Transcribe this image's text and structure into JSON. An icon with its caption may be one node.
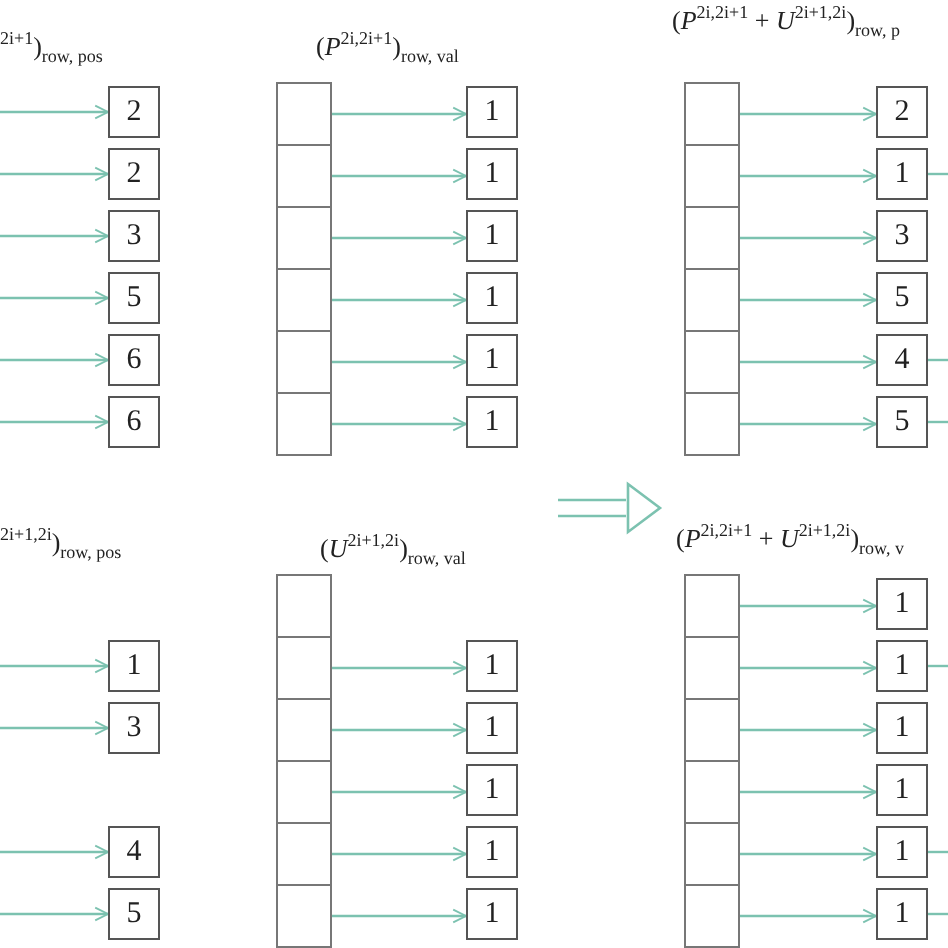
{
  "diagram": {
    "nodes": [
      {
        "text": [
          "2"
        ]
      },
      {
        "text": [
          "2"
        ]
      },
      {
        "text": [
          "3"
        ]
      },
      {
        "text": [
          "5"
        ]
      },
      {
        "text": [
          "6"
        ]
      },
      {
        "text": [
          "6"
        ]
      },
      {
        "text": [],
        "shape": "box"
      },
      {
        "text": [],
        "shape": "box"
      },
      {
        "text": [],
        "shape": "box"
      },
      {
        "text": [],
        "shape": "box"
      },
      {
        "text": [],
        "shape": "box"
      },
      {
        "text": [],
        "shape": "box"
      },
      {
        "text": [
          "1"
        ]
      },
      {
        "text": [
          "1"
        ]
      },
      {
        "text": [
          "1"
        ]
      },
      {
        "text": [
          "1"
        ]
      },
      {
        "text": [
          "1"
        ]
      },
      {
        "text": [
          "1"
        ]
      },
      {
        "text": [],
        "shape": "box"
      },
      {
        "text": [],
        "shape": "box"
      },
      {
        "text": [],
        "shape": "box"
      },
      {
        "text": [],
        "shape": "box"
      },
      {
        "text": [],
        "shape": "box"
      },
      {
        "text": [],
        "shape": "box"
      },
      {
        "text": [
          "2"
        ]
      },
      {
        "text": [
          "1"
        ]
      },
      {
        "text": [
          "3"
        ]
      },
      {
        "text": [
          "5"
        ]
      },
      {
        "text": [
          "4"
        ]
      },
      {
        "text": [
          "5"
        ]
      },
      {
        "text": [
          "1"
        ]
      },
      {
        "text": [
          "3"
        ]
      },
      {
        "text": [
          "4"
        ]
      },
      {
        "text": [
          "5"
        ]
      },
      {
        "text": [],
        "shape": "box"
      },
      {
        "text": [],
        "shape": "box"
      },
      {
        "text": [],
        "shape": "box"
      },
      {
        "text": [],
        "shape": "box"
      },
      {
        "text": [],
        "shape": "box"
      },
      {
        "text": [],
        "shape": "box"
      },
      {
        "text": [
          "1"
        ]
      },
      {
        "text": [
          "1"
        ]
      },
      {
        "text": [
          "1"
        ]
      },
      {
        "text": [
          "1"
        ]
      },
      {
        "text": [
          "1"
        ]
      },
      {
        "text": [],
        "shape": "box"
      },
      {
        "text": [],
        "shape": "box"
      },
      {
        "text": [],
        "shape": "box"
      },
      {
        "text": [],
        "shape": "box"
      },
      {
        "text": [],
        "shape": "box"
      },
      {
        "text": [],
        "shape": "box"
      },
      {
        "text": [
          "1"
        ]
      },
      {
        "text": [
          "1"
        ]
      },
      {
        "text": [
          "1"
        ]
      },
      {
        "text": [
          "1"
        ]
      },
      {
        "text": [
          "1"
        ]
      },
      {
        "text": [
          "1"
        ]
      }
    ],
    "edges": [
      {
        "from": null,
        "to": 0,
        "arrow": "to"
      },
      {
        "from": null,
        "to": 1,
        "arrow": "to"
      },
      {
        "from": null,
        "to": 2,
        "arrow": "to"
      },
      {
        "from": null,
        "to": 3,
        "arrow": "to"
      },
      {
        "from": null,
        "to": 4,
        "arrow": "to"
      },
      {
        "from": null,
        "to": 5,
        "arrow": "to"
      },
      {
        "from": 6,
        "to": 12,
        "arrow": "to"
      },
      {
        "from": 7,
        "to": 13,
        "arrow": "to"
      },
      {
        "from": 8,
        "to": 14,
        "arrow": "to"
      },
      {
        "from": 9,
        "to": 15,
        "arrow": "to"
      },
      {
        "from": 10,
        "to": 16,
        "arrow": "to"
      },
      {
        "from": 11,
        "to": 17,
        "arrow": "to"
      },
      {
        "from": 18,
        "to": 24,
        "arrow": "to"
      },
      {
        "from": 19,
        "to": 25,
        "arrow": "to"
      },
      {
        "from": 20,
        "to": 26,
        "arrow": "to"
      },
      {
        "from": 21,
        "to": 27,
        "arrow": "to"
      },
      {
        "from": 22,
        "to": 28,
        "arrow": "to"
      },
      {
        "from": 23,
        "to": 29,
        "arrow": "to"
      },
      {
        "from": 25,
        "to": null,
        "arrow": "none"
      },
      {
        "from": 28,
        "to": null,
        "arrow": "none"
      },
      {
        "from": 29,
        "to": null,
        "arrow": "none"
      },
      {
        "from": null,
        "to": 30,
        "arrow": "to"
      },
      {
        "from": null,
        "to": 31,
        "arrow": "to"
      },
      {
        "from": null,
        "to": 32,
        "arrow": "to"
      },
      {
        "from": null,
        "to": 33,
        "arrow": "to"
      },
      {
        "from": 35,
        "to": 40,
        "arrow": "to"
      },
      {
        "from": 36,
        "to": 41,
        "arrow": "to"
      },
      {
        "from": 37,
        "to": 42,
        "arrow": "to"
      },
      {
        "from": 38,
        "to": 43,
        "arrow": "to"
      },
      {
        "from": 39,
        "to": 44,
        "arrow": "to"
      },
      {
        "from": 45,
        "to": 51,
        "arrow": "to"
      },
      {
        "from": 46,
        "to": 52,
        "arrow": "to"
      },
      {
        "from": 47,
        "to": 53,
        "arrow": "to"
      },
      {
        "from": 48,
        "to": 54,
        "arrow": "to"
      },
      {
        "from": 49,
        "to": 55,
        "arrow": "to"
      },
      {
        "from": 50,
        "to": 56,
        "arrow": "to"
      },
      {
        "from": 52,
        "to": null,
        "arrow": "none"
      },
      {
        "from": 55,
        "to": null,
        "arrow": "none"
      },
      {
        "from": 56,
        "to": null,
        "arrow": "none"
      }
    ],
    "labels": [
      "$^{2i+1}$)$_{row, pos}$",
      "(*P*$^{2i,2i+1}$)$_{row, val}$",
      "(*P*$^{2i,2i+1}$ + *U*$^{2i+1,2i}$)$_{row, p}$",
      "$^{2i+1,2i}$)$_{row, pos}$",
      "(*U*$^{2i+1,2i}$)$_{row, val}$",
      "(*P*$^{2i,2i+1}$ + *U*$^{2i+1,2i}$)$_{row, v}$"
    ]
  }
}
